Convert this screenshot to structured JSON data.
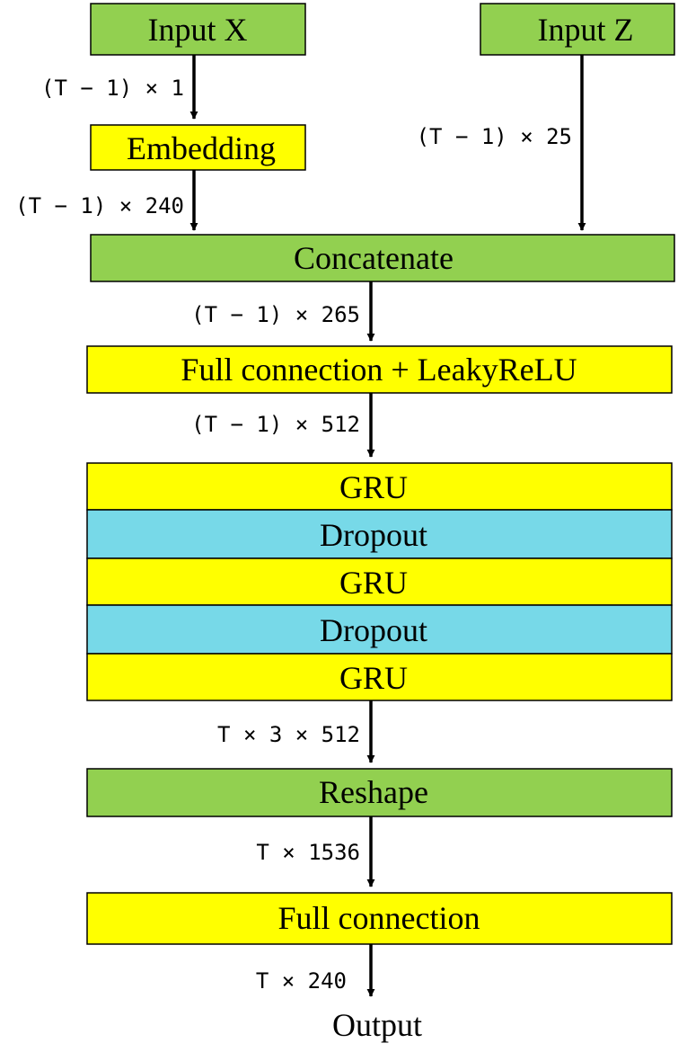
{
  "colors": {
    "green": "#92d050",
    "yellow": "#ffff00",
    "cyan": "#77d9e8",
    "edge": "#000000"
  },
  "nodes": {
    "input_x": "Input X",
    "input_z": "Input Z",
    "embedding": "Embedding",
    "concatenate": "Concatenate",
    "fc_leaky": "Full connection + LeakyReLU",
    "gru_1": "GRU",
    "dropout_1": "Dropout",
    "gru_2": "GRU",
    "dropout_2": "Dropout",
    "gru_3": "GRU",
    "reshape": "Reshape",
    "fc_out": "Full connection",
    "output": "Output"
  },
  "edges": {
    "x_to_embedding": "(T − 1) × 1",
    "z_to_concat": "(T − 1) × 25",
    "embedding_to_concat": "(T − 1) × 240",
    "concat_to_fc": "(T − 1) × 265",
    "fc_to_gru": "(T − 1) × 512",
    "gru_to_reshape": "T × 3 × 512",
    "reshape_to_fc": "T × 1536",
    "fc_to_output": "T × 240"
  }
}
